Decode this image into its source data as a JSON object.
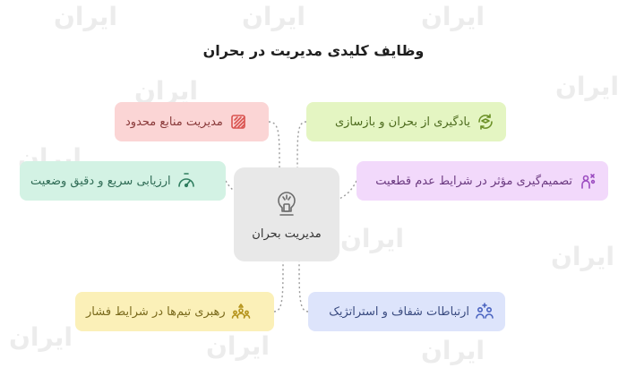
{
  "title": "وظایف کلیدی مدیریت در بحران",
  "watermark": "ایران",
  "center": {
    "label": "مدیریت بحران",
    "icon": "crisis-head-icon"
  },
  "cards": {
    "left_top": {
      "label": "مدیریت منابع محدود",
      "icon": "resources-icon",
      "bg": "#fbd5d5",
      "fg": "#8a3b3b",
      "icon_color": "#d9534f"
    },
    "left_mid": {
      "label": "ارزیابی سریع و دقیق وضعیت",
      "icon": "speedometer-icon",
      "bg": "#d3f2e4",
      "fg": "#2f6b55",
      "icon_color": "#2f7d5f"
    },
    "left_bottom": {
      "label": "رهبری تیم‌ها در شرایط فشار",
      "icon": "team-leader-icon",
      "bg": "#fbf0b8",
      "fg": "#7a6a1c",
      "icon_color": "#b5941c"
    },
    "right_top": {
      "label": "یادگیری از بحران و بازسازی",
      "icon": "cycle-learning-icon",
      "bg": "#e4f5c2",
      "fg": "#4d6b1e",
      "icon_color": "#6a8f25"
    },
    "right_mid": {
      "label": "تصمیم‌گیری مؤثر در شرایط عدم قطعیت",
      "icon": "decision-person-icon",
      "bg": "#f2d9fb",
      "fg": "#6b3a80",
      "icon_color": "#9b4cc0"
    },
    "right_bottom": {
      "label": "ارتباطات شفاف و استراتژیک",
      "icon": "communication-icon",
      "bg": "#dde4fb",
      "fg": "#3a4b80",
      "icon_color": "#4a63c0"
    }
  }
}
